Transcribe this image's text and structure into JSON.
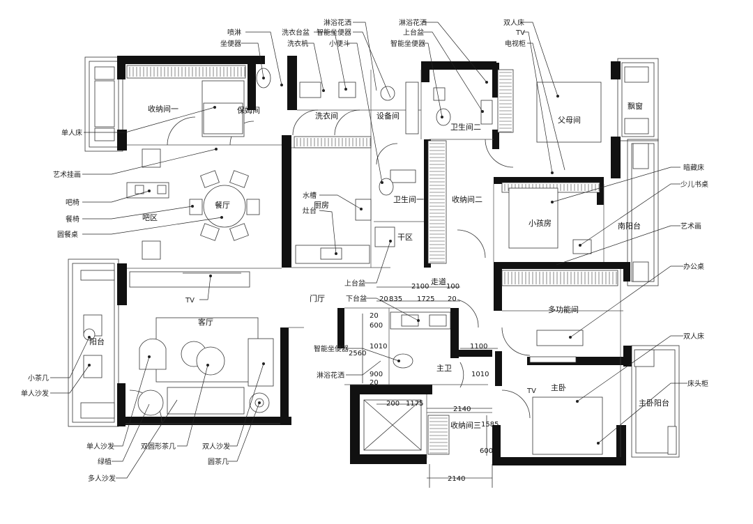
{
  "rooms": {
    "storage1": "收纳间一",
    "nanny": "保姆间",
    "laundry": "洗衣间",
    "equipment": "设备间",
    "bath2": "卫生间二",
    "parents": "父母间",
    "bay": "飘窗",
    "dining": "餐厅",
    "bar": "吧区",
    "kitchen": "厨房",
    "bath1": "卫生间一",
    "dry": "干区",
    "storage2": "收纳间二",
    "child": "小孩房",
    "southBalcony": "南阳台",
    "corridor": "走道",
    "foyer": "门厅",
    "living": "客厅",
    "balcony": "阳台",
    "multi": "多功能间",
    "master": "主卧",
    "masterBath": "主卫",
    "storage3": "收纳间三",
    "masterBalcony": "主卧阳台"
  },
  "labels": {
    "shower": "喷淋",
    "toilet": "坐便器",
    "laundrySink": "洗衣台盆",
    "washer": "洗衣机",
    "smartToilet": "智能坐便器",
    "urinal": "小便斗",
    "showerHead": "淋浴花洒",
    "showerHead2": "淋浴花洒",
    "counterBasin": "上台盆",
    "smartToilet2": "智能坐便器",
    "doubleBed": "双人床",
    "tv": "TV",
    "tvCabinet": "电视柜",
    "singleBed": "单人床",
    "artHanging": "艺术挂画",
    "barStool": "吧椅",
    "diningChair": "餐椅",
    "roundTable": "圆餐桌",
    "sinkLabel": "水槽",
    "stoveLabel": "灶台",
    "hiddenBed": "暗藏床",
    "kidDesk": "少儿书桌",
    "artPainting": "艺术画",
    "officeDesk": "办公桌",
    "tvLiving": "TV",
    "counterBasin2": "上台盆",
    "underBasin": "下台盆",
    "smartToilet3": "智能坐便器",
    "showerHead3": "淋浴花洒",
    "smallTable": "小茶几",
    "singleSofa": "单人沙发",
    "singleSofa2": "单人沙发",
    "plant": "绿植",
    "multiSofa": "多人沙发",
    "doubleCircleTable": "双圆形茶几",
    "doubleSofa": "双人沙发",
    "roundTeaTable": "圆茶几",
    "doubleBed2": "双人床",
    "bedsideCabinet": "床头柜",
    "tvMaster": "TV"
  },
  "dimensions": {
    "d2100": "2100",
    "d100": "100",
    "d20a": "20",
    "d835": "835",
    "d1725": "1725",
    "d20b": "20",
    "d600": "600",
    "d20c": "20",
    "d1010": "1010",
    "d2560": "2560",
    "d900": "900",
    "d20d": "20",
    "d1100": "1100",
    "d1010b": "1010",
    "d200": "200",
    "d1175": "1175",
    "d2140a": "2140",
    "d1585": "1585",
    "d600b": "600",
    "d2140b": "2140"
  }
}
